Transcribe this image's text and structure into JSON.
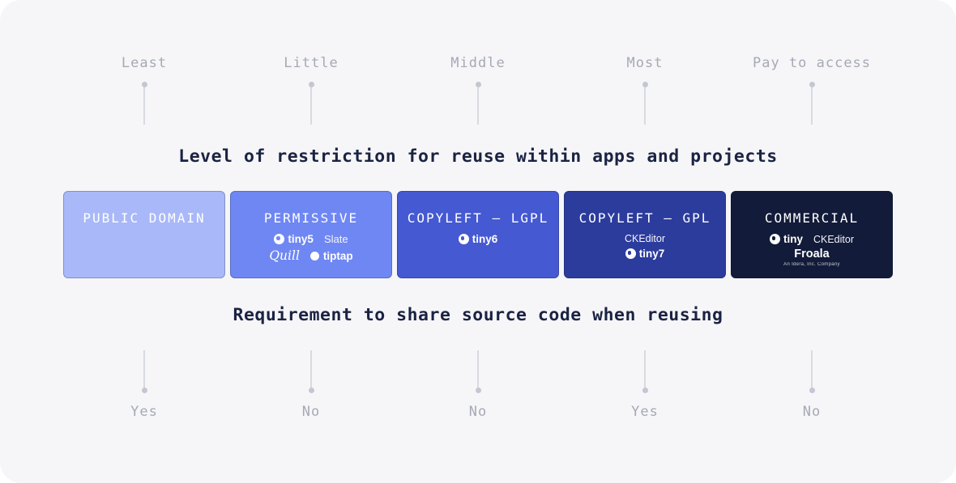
{
  "headings": {
    "top": "Level of restriction for reuse within apps and projects",
    "bottom": "Requirement to share source code when reusing"
  },
  "restriction_axis": {
    "labels": [
      "Least",
      "Little",
      "Middle",
      "Most",
      "Pay to access"
    ]
  },
  "share_axis": {
    "labels": [
      "Yes",
      "No",
      "No",
      "Yes",
      "No"
    ]
  },
  "cards": [
    {
      "title": "PUBLIC DOMAIN",
      "bg": "#a9b8f8"
    },
    {
      "title": "PERMISSIVE",
      "bg": "#6f87f3",
      "logos": {
        "tiny": "tiny5",
        "slate": "Slate",
        "quill": "Quill",
        "tiptap": "tiptap"
      }
    },
    {
      "title": "COPYLEFT – LGPL",
      "bg": "#4459d2",
      "logos": {
        "tiny": "tiny6"
      }
    },
    {
      "title": "COPYLEFT – GPL",
      "bg": "#2b3c9d",
      "logos": {
        "ckeditor": "CKEditor",
        "tiny": "tiny7"
      }
    },
    {
      "title": "COMMERCIAL",
      "bg": "#121b39",
      "logos": {
        "tiny": "tiny",
        "ckeditor": "CKEditor",
        "froala": "Froala",
        "froala_sub": "An Idera, Inc. Company"
      }
    }
  ],
  "colors": {
    "background": "#f6f6f8",
    "axis_label": "#a6a9b6",
    "pin": "#c4c7d2",
    "heading": "#1b2343",
    "card_text": "#ffffff"
  }
}
